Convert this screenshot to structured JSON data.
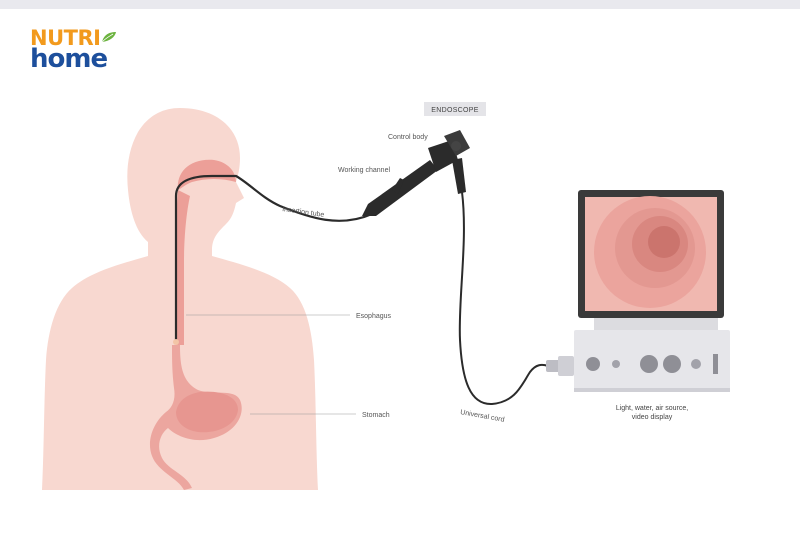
{
  "logo": {
    "line1": "NUTRI",
    "line2": "home"
  },
  "labels": {
    "title": "ENDOSCOPE",
    "control_body": "Control body",
    "working_channel": "Working channel",
    "insertion_tube": "Insertion tube",
    "esophagus": "Esophagus",
    "stomach": "Stomach",
    "universal_cord": "Universal cord",
    "light_source_line1": "Light, water, air source,",
    "light_source_line2": "video display"
  },
  "colors": {
    "logo_orange": "#f29a1d",
    "logo_blue": "#1d4f9c",
    "logo_leaf": "#6cb33f",
    "body_skin": "#f8d8d0",
    "organ": "#e9a09a",
    "endoscope": "#2b2b2b",
    "monitor_frame": "#3a3a3a",
    "monitor_image": "#e8a39c",
    "device_panel": "#e6e6ea"
  }
}
